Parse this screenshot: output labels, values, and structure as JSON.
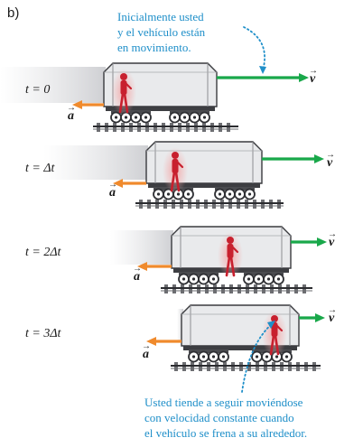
{
  "figure": {
    "part_label": "b)",
    "note_top": [
      "Inicialmente usted",
      "y el vehículo están",
      "en movimiento."
    ],
    "note_bottom": [
      "Usted tiende a seguir moviéndose",
      "con velocidad constante cuando",
      "el vehículo se frena a su alrededor."
    ],
    "vector_v": "v",
    "vector_a": "a",
    "colors": {
      "note": "#1f8fc9",
      "velocity": "#19a84a",
      "acceleration": "#f08a2c",
      "person": "#c8202e",
      "car": "#e9eaec"
    },
    "frames": [
      {
        "time_label": "t = 0"
      },
      {
        "time_label": "t = Δt"
      },
      {
        "time_label": "t = 2Δt"
      },
      {
        "time_label": "t = 3Δt"
      }
    ]
  }
}
